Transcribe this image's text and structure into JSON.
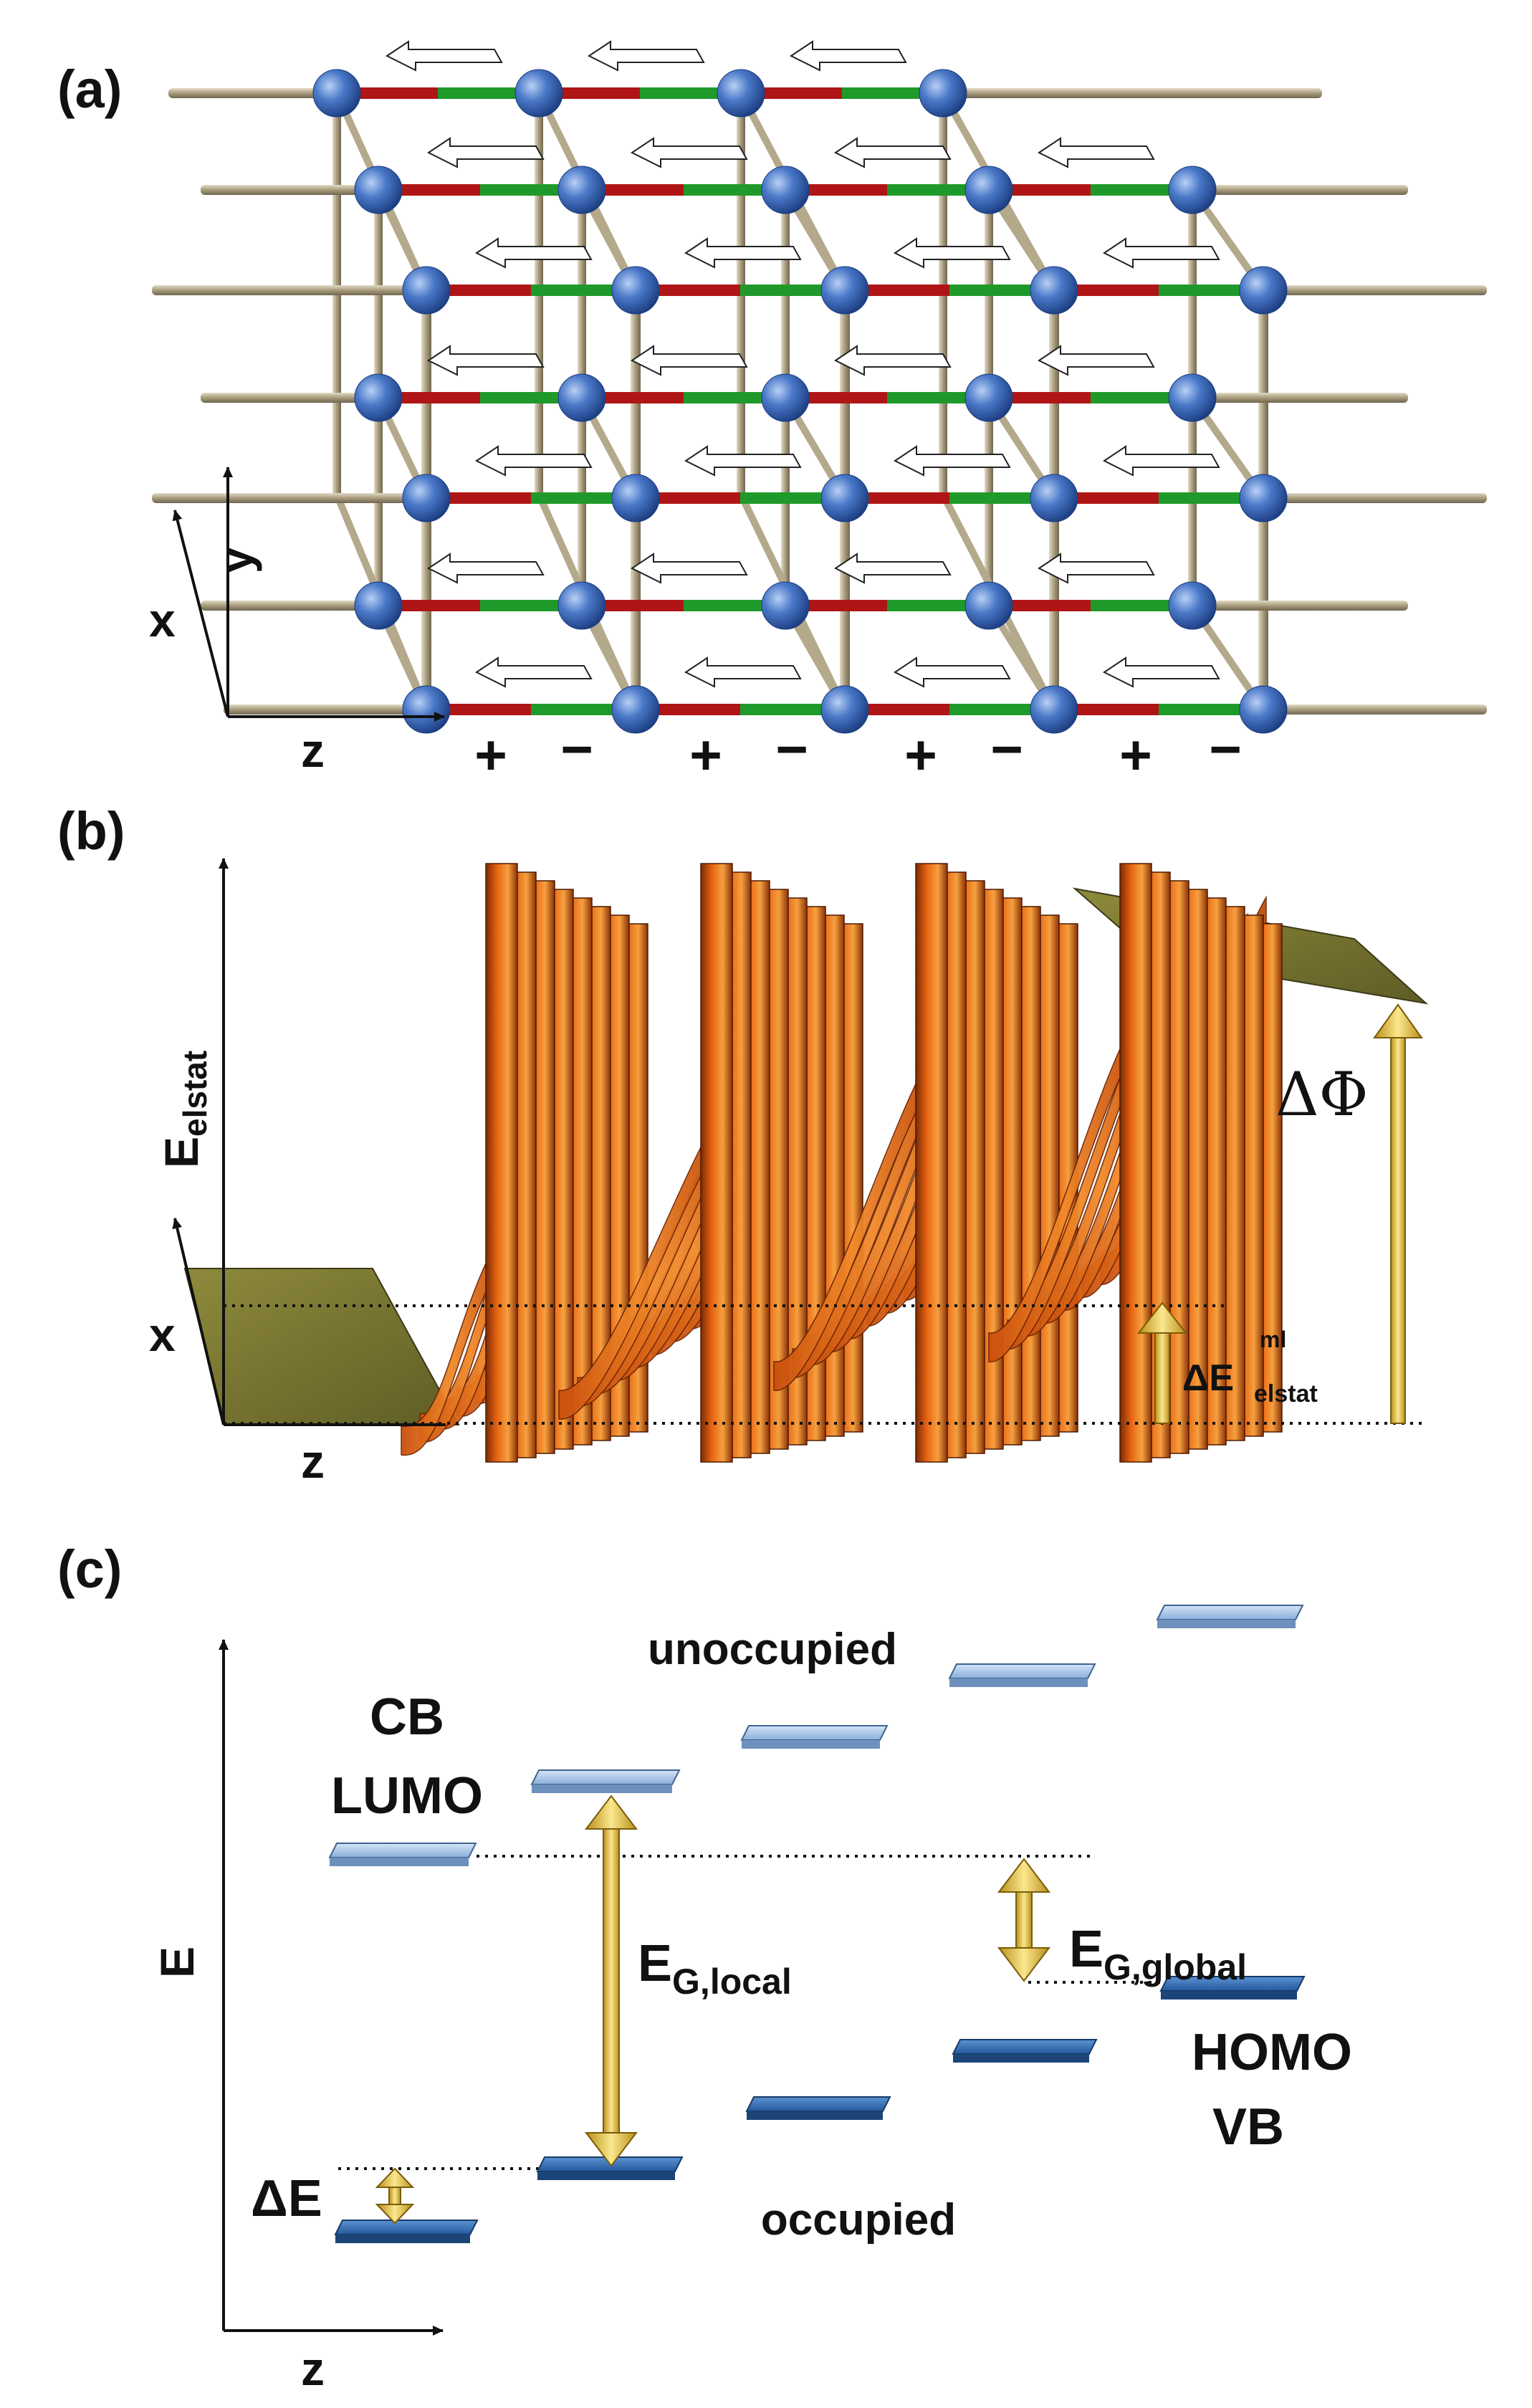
{
  "panel_a": {
    "label": "(a)",
    "axes": {
      "x": "x",
      "y": "y",
      "z": "z"
    },
    "charges": [
      "+",
      "−",
      "+",
      "−",
      "+",
      "−",
      "+",
      "−"
    ],
    "colors": {
      "node": "#4a78c8",
      "rod": "#b5a98c",
      "positive_segment": "#b01515",
      "negative_segment": "#1f9a2a",
      "dipole_arrow": "#ffffff"
    }
  },
  "panel_b": {
    "label": "(b)",
    "axes": {
      "y": "E",
      "y_sub": "elstat",
      "x": "x",
      "z": "z"
    },
    "delta_phi": "ΔΦ",
    "delta_e": {
      "main": "ΔE",
      "sup": "ml",
      "sub": "elstat"
    },
    "colors": {
      "surface_flat": "#7b7a33",
      "surface_peak": "#e85c10",
      "arrow": "#f2d460"
    }
  },
  "panel_c": {
    "label": "(c)",
    "axes": {
      "y": "E",
      "z": "z"
    },
    "texts": {
      "cb": "CB",
      "lumo": "LUMO",
      "unoccupied": "unoccupied",
      "homo": "HOMO",
      "vb": "VB",
      "occupied": "occupied",
      "delta_e": "ΔE",
      "eg_local_main": "E",
      "eg_local_sub": "G,local",
      "eg_global_main": "E",
      "eg_global_sub": "G,global"
    },
    "colors": {
      "unoccupied_level": "#a9c4e6",
      "occupied_level": "#3a72b5",
      "arrow": "#f2d460"
    }
  }
}
